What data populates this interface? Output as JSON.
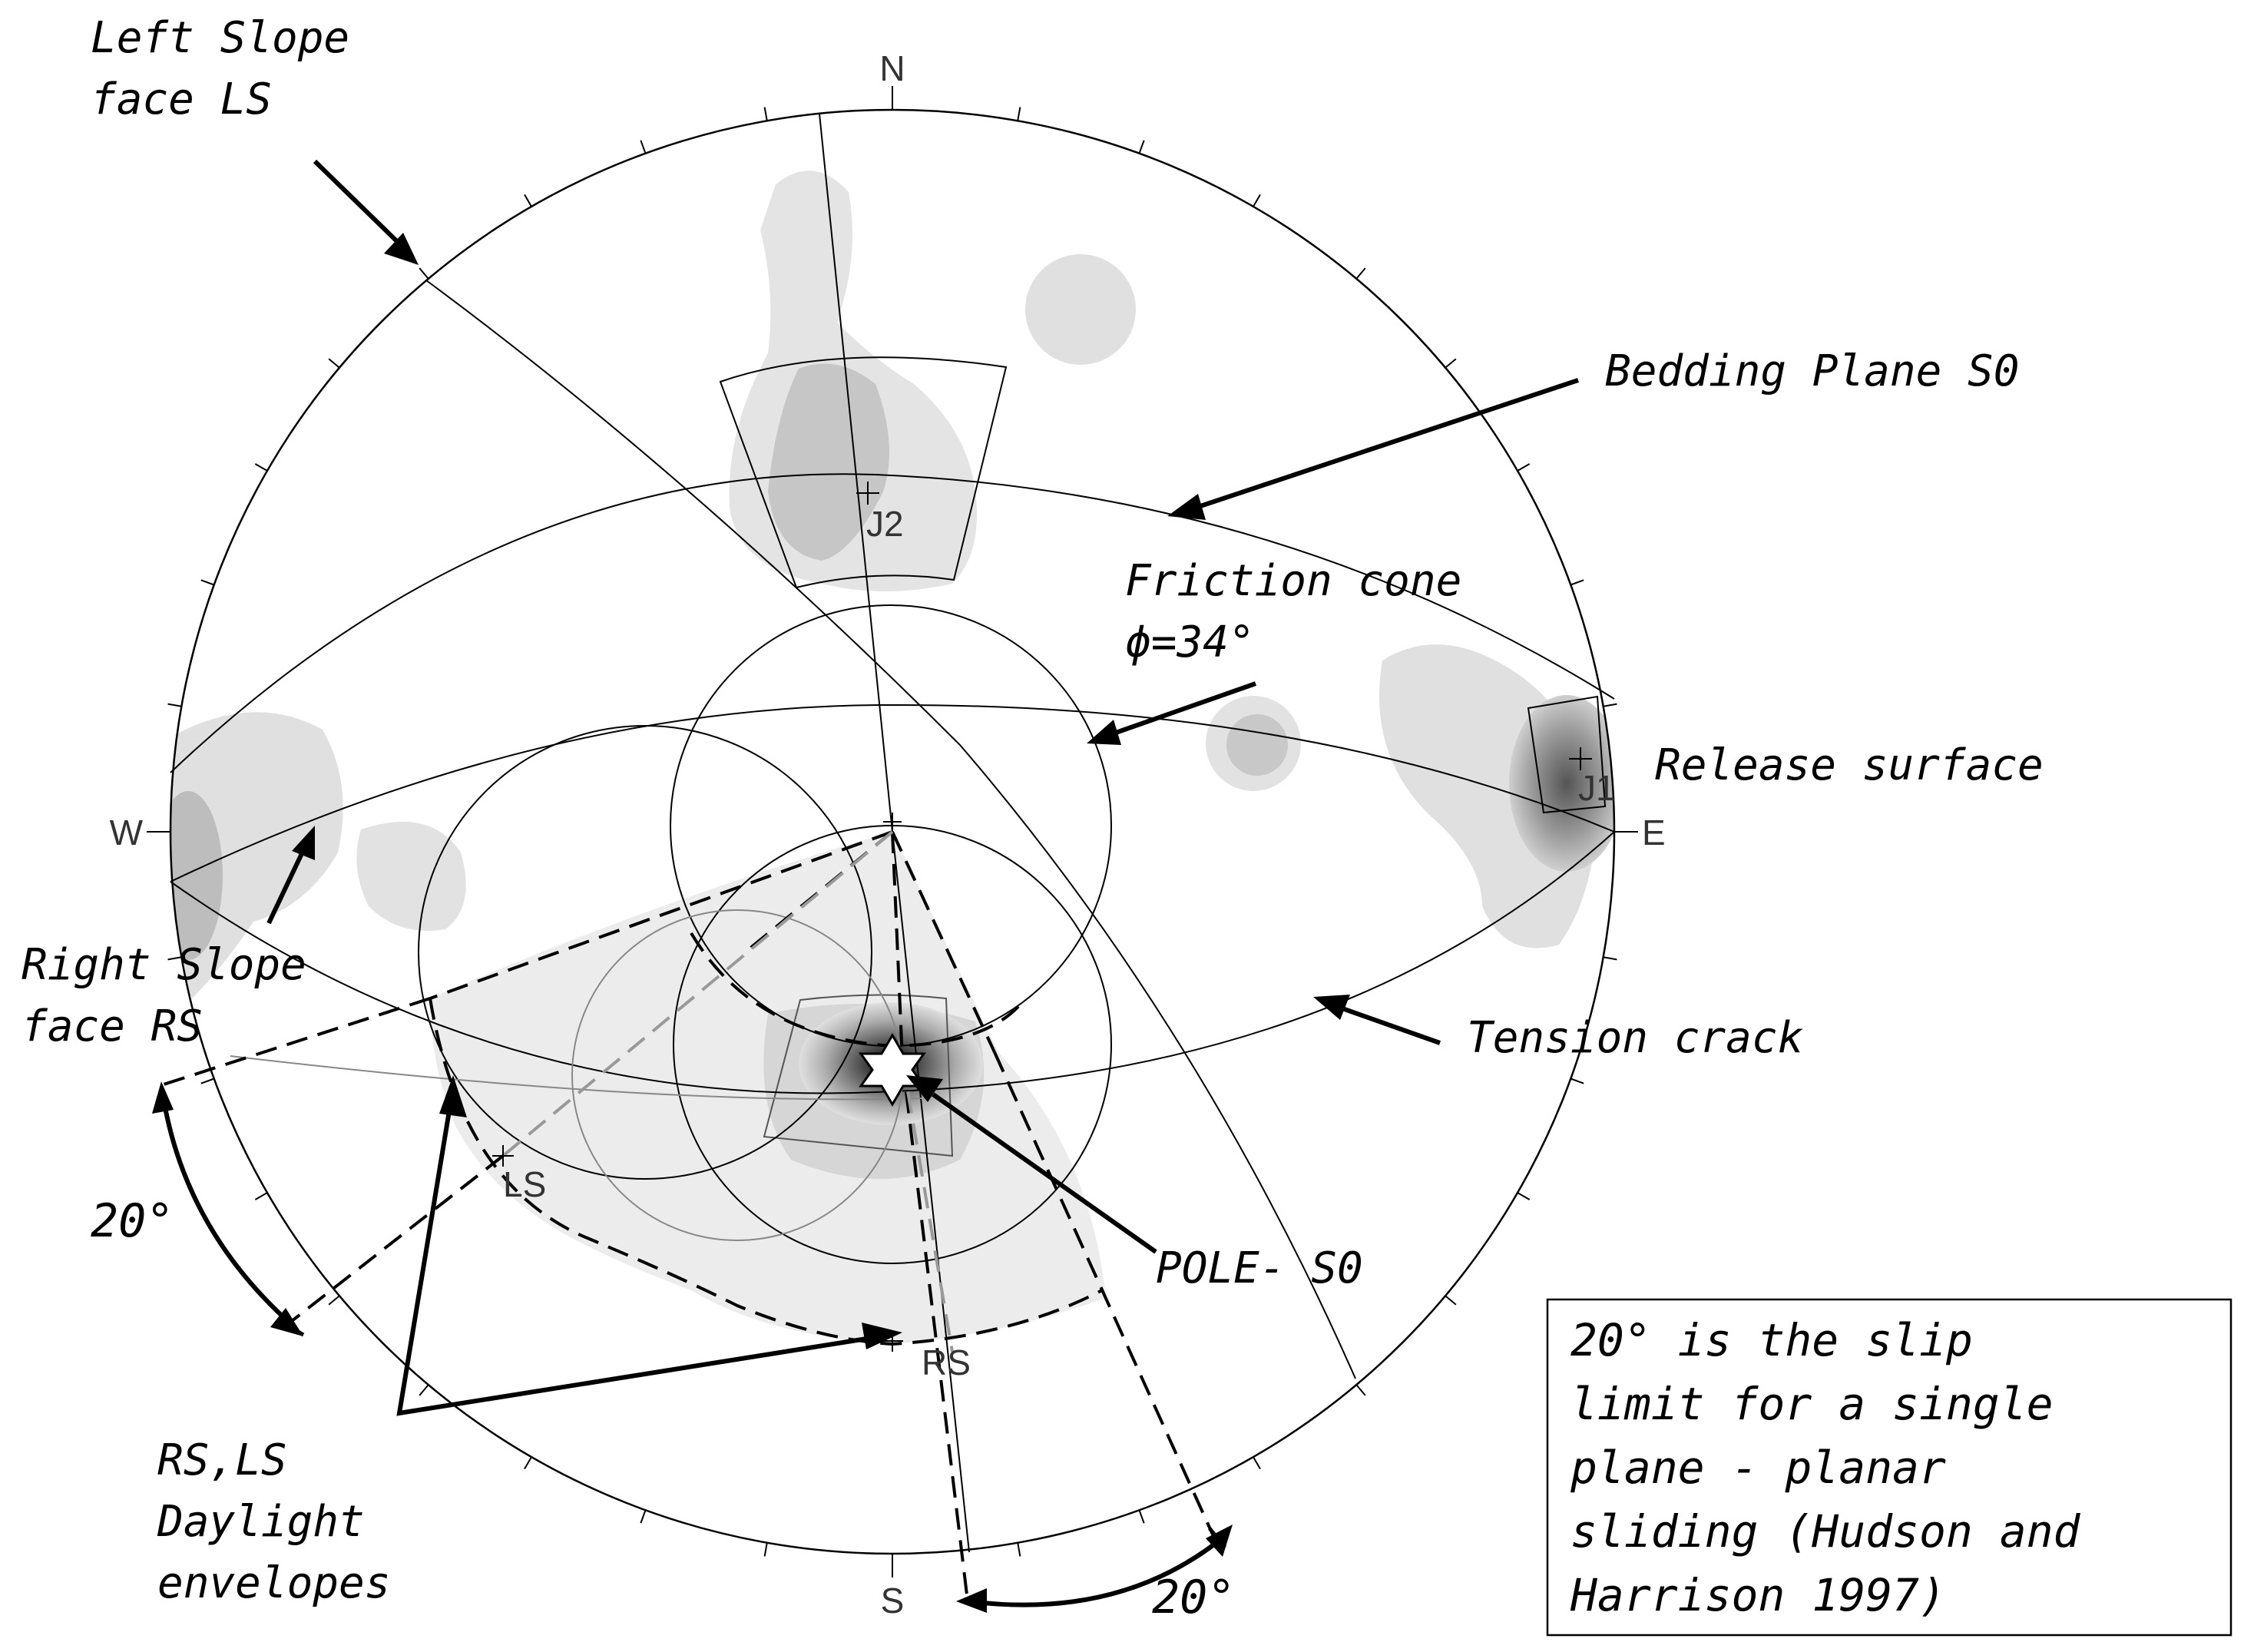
{
  "compass": {
    "north": "N",
    "south": "S",
    "east": "E",
    "west": "W"
  },
  "points": {
    "j1": "J1",
    "j2": "J2",
    "ls": "LS",
    "rs": "RS"
  },
  "annotations": {
    "left_slope": [
      "Left Slope",
      "face LS"
    ],
    "bedding_plane": "Bedding Plane S0",
    "friction_cone": [
      "Friction cone",
      "ϕ=34°"
    ],
    "release_surface": "Release surface",
    "right_slope": [
      "Right Slope",
      "face RS"
    ],
    "tension_crack": "Tension crack",
    "pole": "POLE- S0",
    "angle_left": "20°",
    "angle_bottom": "20°",
    "daylight": [
      "RS,LS",
      "Daylight",
      "envelopes"
    ]
  },
  "note": [
    "20° is the slip",
    "limit for a single",
    "plane - planar",
    "sliding (Hudson and",
    "Harrison 1997)"
  ],
  "colors": {
    "line": "#000000",
    "shade_light": "#e6e6e6",
    "shade_mid": "#bdbdbd",
    "shade_dark": "#404040",
    "compass_text": "#333333"
  }
}
